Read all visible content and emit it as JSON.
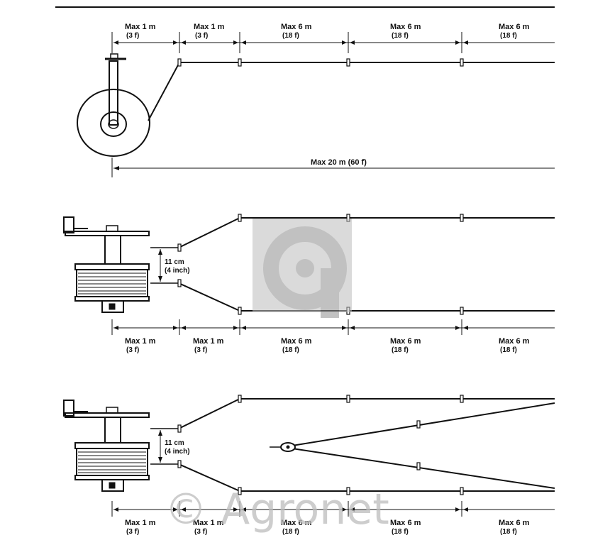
{
  "diagram": {
    "segments": [
      {
        "max": "Max 1 m",
        "unit": "(3 f)"
      },
      {
        "max": "Max 1 m",
        "unit": "(3 f)"
      },
      {
        "max": "Max 6 m",
        "unit": "(18 f)"
      },
      {
        "max": "Max 6 m",
        "unit": "(18 f)"
      },
      {
        "max": "Max 6 m",
        "unit": "(18 f)"
      }
    ],
    "total_length": "Max 20 m (60 f)",
    "gap_cm": "11 cm",
    "gap_inch": "(4 inch)"
  },
  "watermark": {
    "text": "© Agronet",
    "logo": "agronet-logo-icon"
  },
  "colors": {
    "line": "#111111",
    "watermark": "#bdbdbd",
    "logo_bg": "#d3d3d3"
  }
}
